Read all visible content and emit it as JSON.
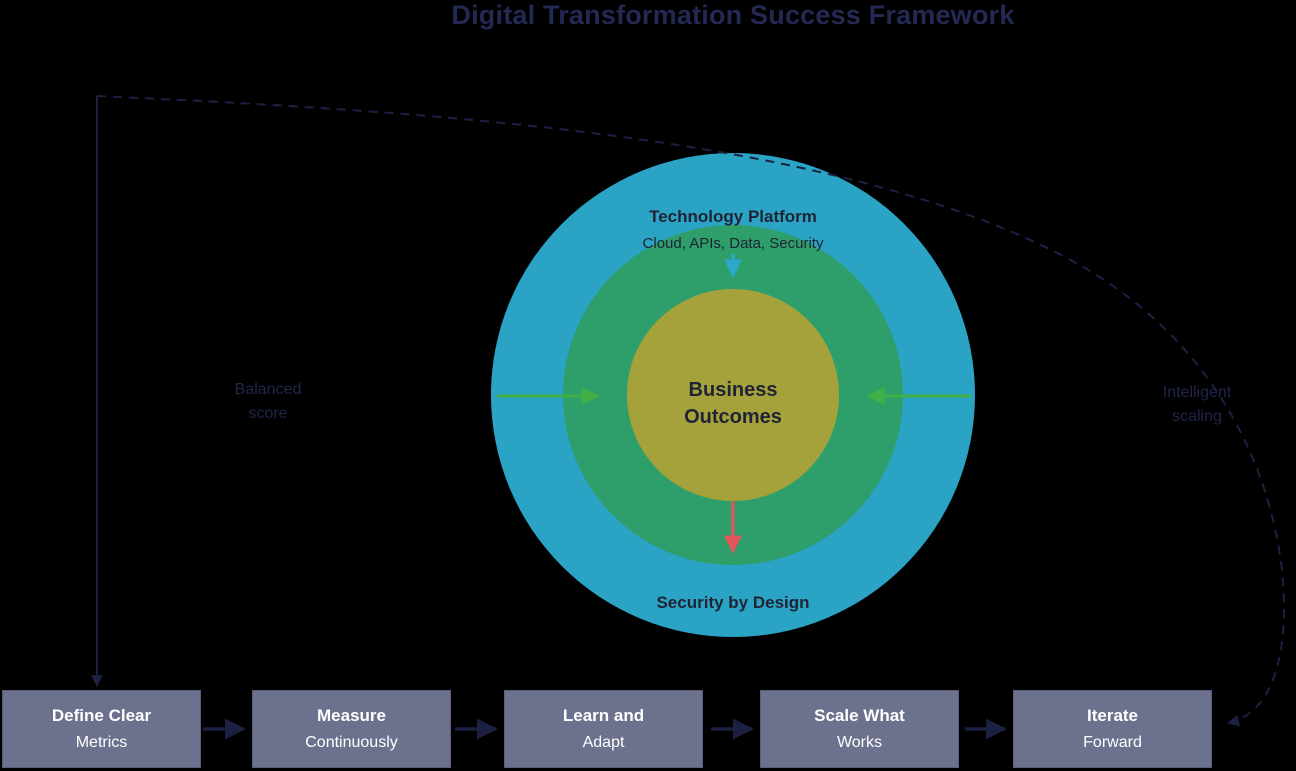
{
  "title": "Digital Transformation Success Framework",
  "rings": {
    "outer_label": "Technology Platform",
    "outer_sublabel": "Cloud, APIs, Data, Security",
    "center_line1": "Business",
    "center_line2": "Outcomes",
    "bottom_label": "Security by Design"
  },
  "side_labels": {
    "left_line1": "Balanced",
    "left_line2": "score",
    "right_line1": "Intelligent",
    "right_line2": "scaling"
  },
  "process_steps": [
    {
      "line1": "Define Clear",
      "line2": "Metrics"
    },
    {
      "line1": "Measure",
      "line2": "Continuously"
    },
    {
      "line1": "Learn and",
      "line2": "Adapt"
    },
    {
      "line1": "Scale What",
      "line2": "Works"
    },
    {
      "line1": "Iterate",
      "line2": "Forward"
    }
  ],
  "icons": [
    "down-arrow-teal-icon",
    "left-inward-arrow-green-icon",
    "right-inward-arrow-green-icon",
    "down-arrow-red-icon",
    "dashed-feedback-loop-icon",
    "step-connector-arrow-icon"
  ],
  "colors": {
    "background": "#000000",
    "title_text": "#232952",
    "outer_circle": "#2BA3C4",
    "middle_ring": "#2E9E6B",
    "inner_circle": "#A5A23C",
    "ring_text": "#1E2433",
    "faint_label_text": "#20254A",
    "green_arrow": "#3FAF46",
    "teal_arrow": "#2BA8CC",
    "red_arrow": "#E4555A",
    "process_box_fill": "#6C728E",
    "process_box_border": "#595F7A",
    "process_box_text": "#FFFFFF",
    "loop_line": "#1C2142"
  }
}
